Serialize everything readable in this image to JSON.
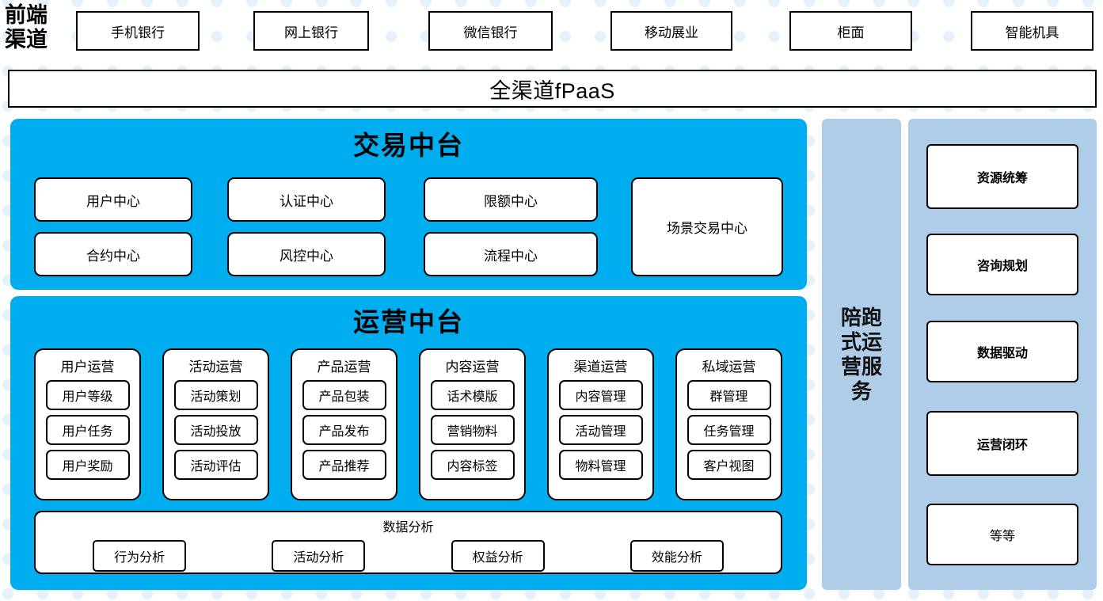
{
  "theme": {
    "cyan": "#00AEEF",
    "light_blue": "#AFCDE9",
    "dot_blue": "#E6F2FB",
    "border": "#000000",
    "box_fill": "#FFFFFF"
  },
  "front_channel": {
    "label": "前端\n渠道",
    "label_line1": "前端",
    "label_line2": "渠道",
    "items": [
      {
        "label": "手机银行"
      },
      {
        "label": "网上银行"
      },
      {
        "label": "微信银行"
      },
      {
        "label": "移动展业"
      },
      {
        "label": "柜面"
      },
      {
        "label": "智能机具"
      }
    ]
  },
  "fpaas_bar": {
    "label": "全渠道fPaaS"
  },
  "transaction_center": {
    "title": "交易中台",
    "left_grid": [
      {
        "label": "用户中心"
      },
      {
        "label": "认证中心"
      },
      {
        "label": "限额中心"
      },
      {
        "label": "合约中心"
      },
      {
        "label": "风控中心"
      },
      {
        "label": "流程中心"
      }
    ],
    "big_box": {
      "label": "场景交易中心"
    }
  },
  "operation_center": {
    "title": "运营中台",
    "columns": [
      {
        "title": "用户运营",
        "items": [
          {
            "label": "用户等级"
          },
          {
            "label": "用户任务"
          },
          {
            "label": "用户奖励"
          }
        ]
      },
      {
        "title": "活动运营",
        "items": [
          {
            "label": "活动策划"
          },
          {
            "label": "活动投放"
          },
          {
            "label": "活动评估"
          }
        ]
      },
      {
        "title": "产品运营",
        "items": [
          {
            "label": "产品包装"
          },
          {
            "label": "产品发布"
          },
          {
            "label": "产品推荐"
          }
        ]
      },
      {
        "title": "内容运营",
        "items": [
          {
            "label": "话术模版"
          },
          {
            "label": "营销物料"
          },
          {
            "label": "内容标签"
          }
        ]
      },
      {
        "title": "渠道运营",
        "items": [
          {
            "label": "内容管理"
          },
          {
            "label": "活动管理"
          },
          {
            "label": "物料管理"
          }
        ]
      },
      {
        "title": "私域运营",
        "items": [
          {
            "label": "群管理"
          },
          {
            "label": "任务管理"
          },
          {
            "label": "客户视图"
          }
        ]
      }
    ],
    "data_analysis": {
      "title": "数据分析",
      "items": [
        {
          "label": "行为分析"
        },
        {
          "label": "活动分析"
        },
        {
          "label": "权益分析"
        },
        {
          "label": "效能分析"
        }
      ]
    }
  },
  "accompany_service": {
    "label": "陪跑式运营服务",
    "chars": [
      "陪",
      "跑",
      "式",
      "运",
      "营",
      "服",
      "务"
    ]
  },
  "service_panel": {
    "items": [
      {
        "label": "资源统筹",
        "bold": true
      },
      {
        "label": "咨询规划",
        "bold": true
      },
      {
        "label": "数据驱动",
        "bold": true
      },
      {
        "label": "运营闭环",
        "bold": true
      },
      {
        "label": "等等",
        "bold": false
      }
    ]
  }
}
